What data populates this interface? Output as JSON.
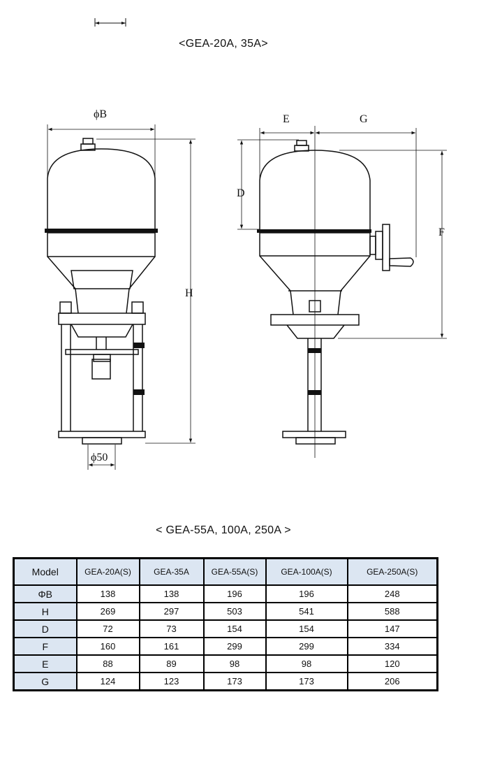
{
  "captions": {
    "top": "<GEA-20A, 35A>",
    "bottom": "< GEA-55A, 100A, 250A >"
  },
  "labels": {
    "phiB": "ϕB",
    "H": "H",
    "phi50": "ϕ50",
    "E": "E",
    "G": "G",
    "D": "D",
    "F": "F"
  },
  "table": {
    "header_label": "Model",
    "columns": [
      "GEA-20A(S)",
      "GEA-35A",
      "GEA-55A(S)",
      "GEA-100A(S)",
      "GEA-250A(S)"
    ],
    "rows": [
      {
        "label": "ΦB",
        "values": [
          "138",
          "138",
          "196",
          "196",
          "248"
        ]
      },
      {
        "label": "H",
        "values": [
          "269",
          "297",
          "503",
          "541",
          "588"
        ]
      },
      {
        "label": "D",
        "values": [
          "72",
          "73",
          "154",
          "154",
          "147"
        ]
      },
      {
        "label": "F",
        "values": [
          "160",
          "161",
          "299",
          "299",
          "334"
        ]
      },
      {
        "label": "E",
        "values": [
          "88",
          "89",
          "98",
          "98",
          "120"
        ]
      },
      {
        "label": "G",
        "values": [
          "124",
          "123",
          "173",
          "173",
          "206"
        ]
      }
    ]
  },
  "colors": {
    "line": "#111111",
    "header_fill": "#dce6f2"
  }
}
